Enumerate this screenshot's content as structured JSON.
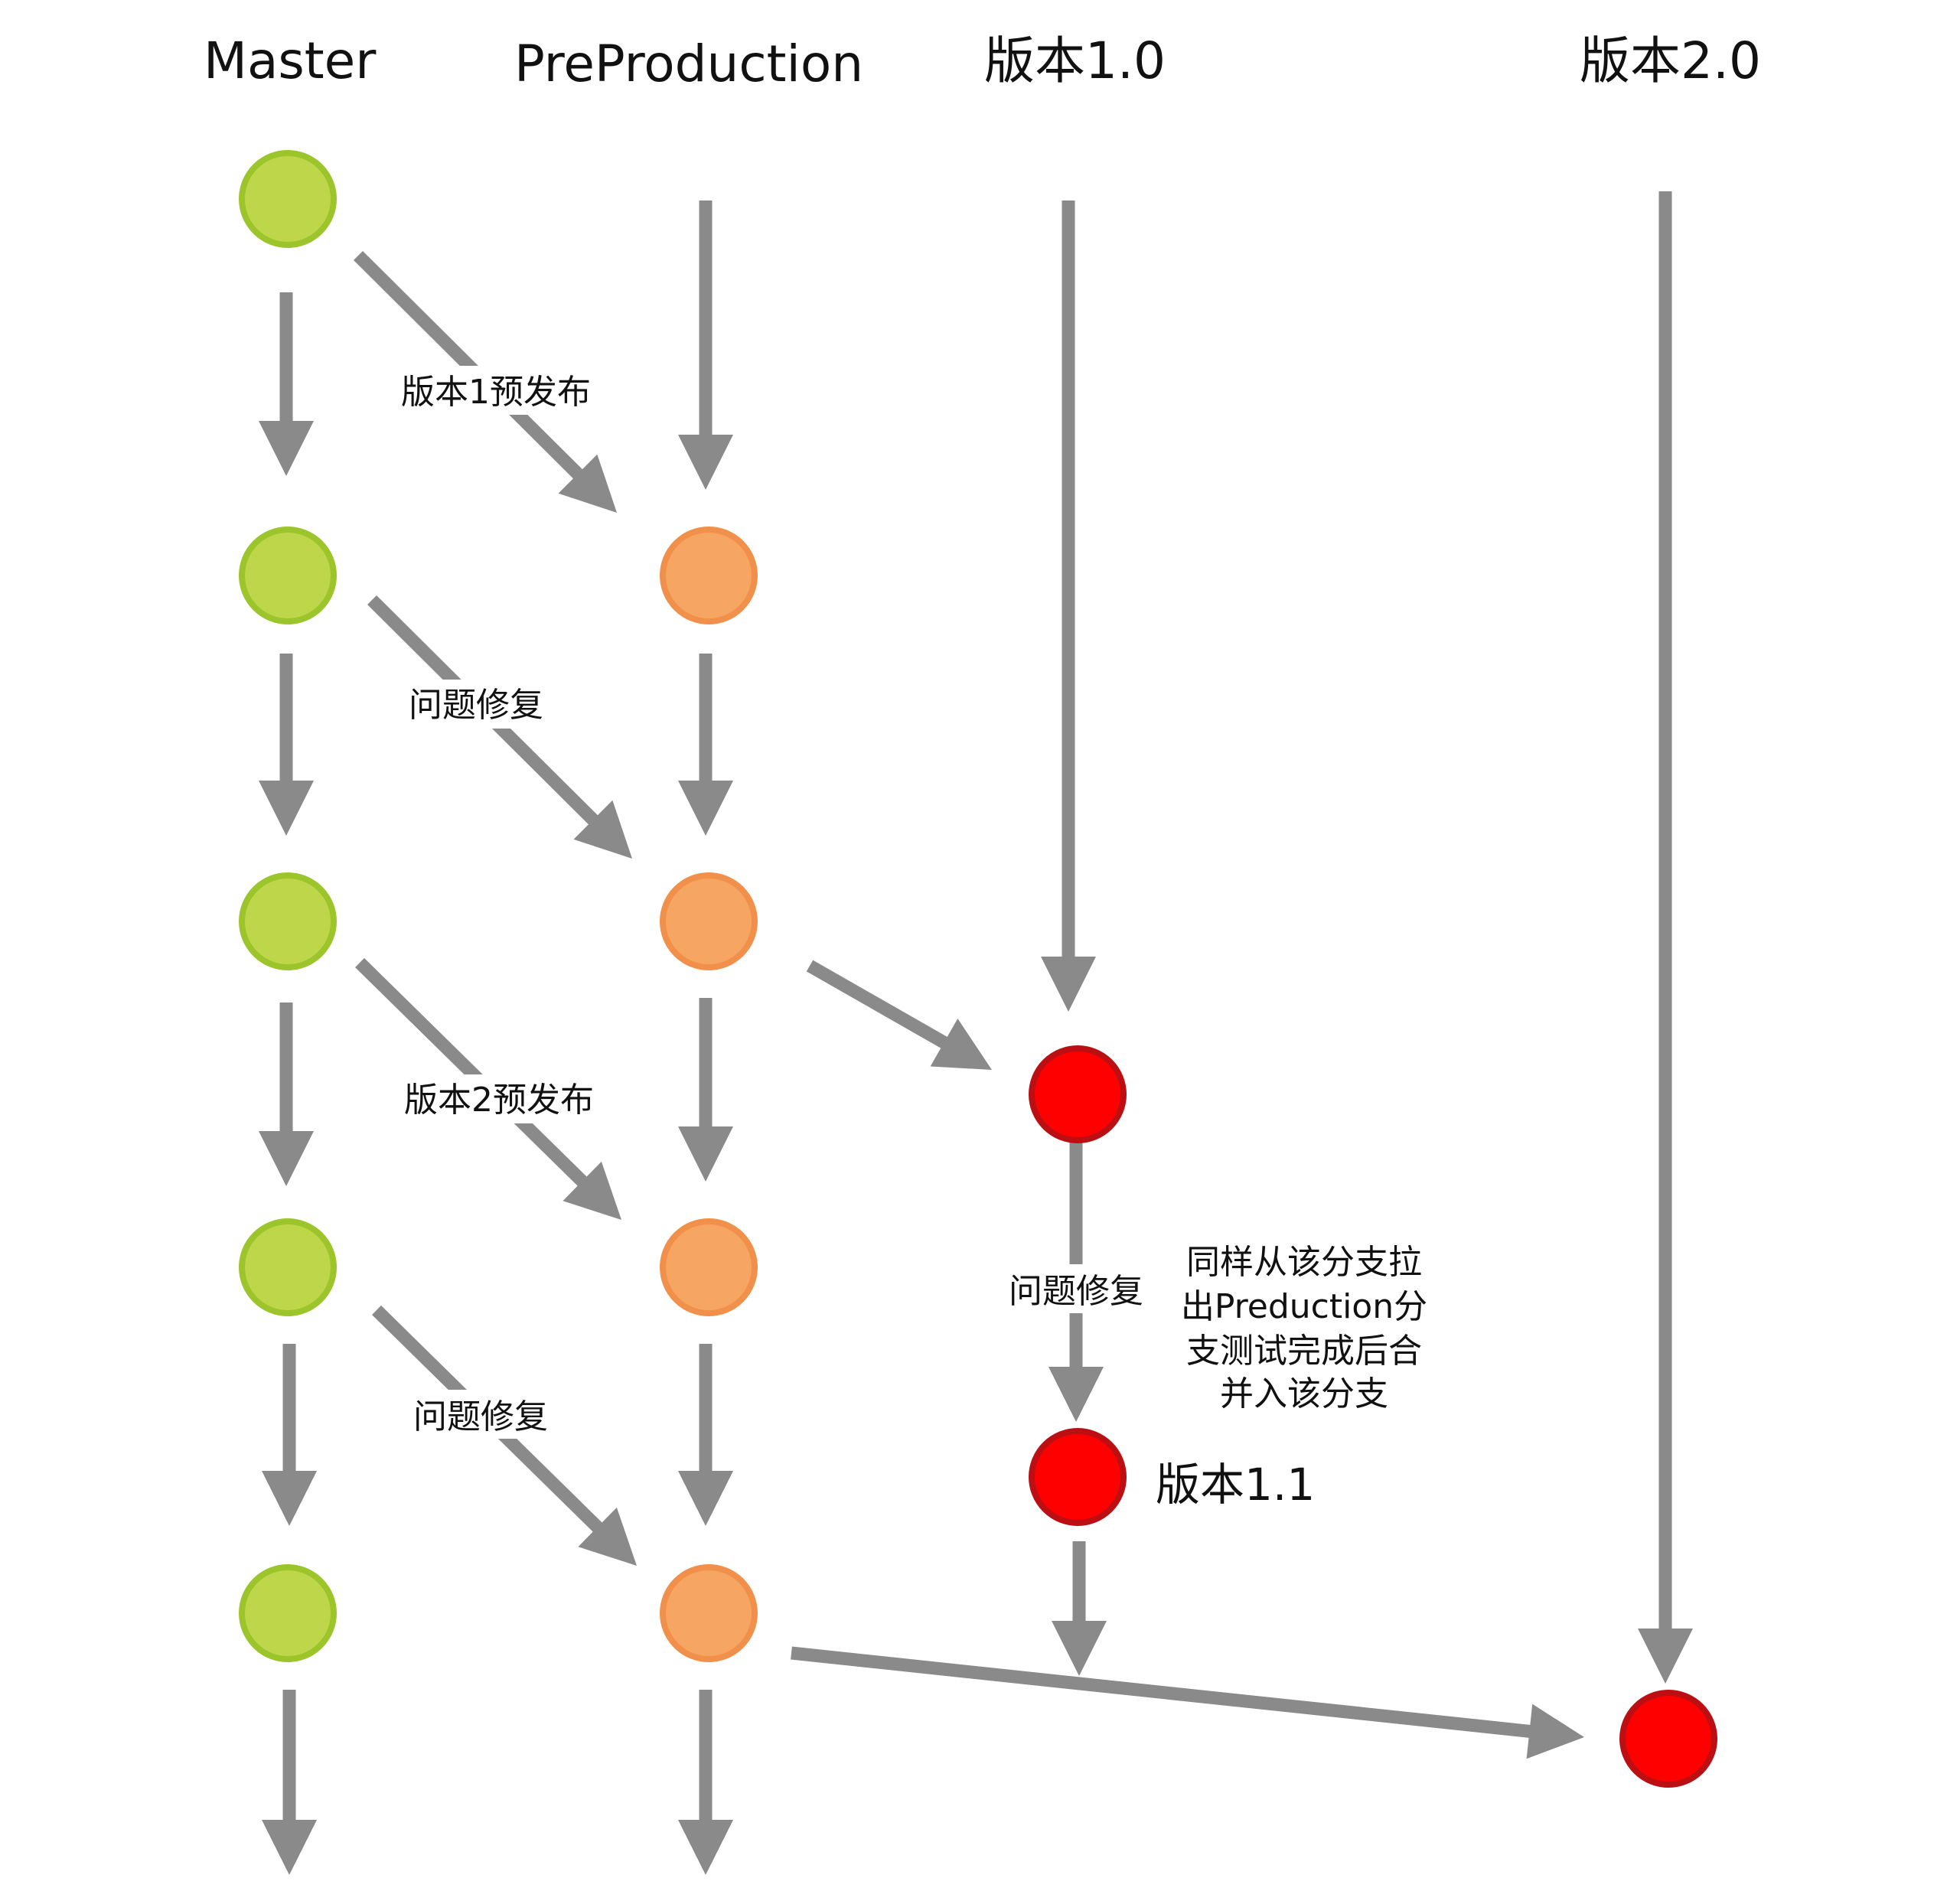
{
  "columns": [
    {
      "id": "master",
      "title": "Master"
    },
    {
      "id": "preproduction",
      "title": "PreProduction"
    },
    {
      "id": "v1",
      "title": "版本1.0"
    },
    {
      "id": "v2",
      "title": "版本2.0"
    }
  ],
  "colors": {
    "master_fill": "#bed64a",
    "master_stroke": "#9bc52a",
    "pre_fill": "#f7a562",
    "pre_stroke": "#f0904a",
    "release_fill": "#ff0000",
    "release_stroke": "#bb0f13",
    "arrow": "#8a8a8a"
  },
  "labels": {
    "release1_prerelease": "版本1预发布",
    "bugfix_1": "问题修复",
    "release2_prerelease": "版本2预发布",
    "bugfix_2": "问题修复",
    "v1_bugfix": "问题修复",
    "v1_1": "版本1.1",
    "note_lines": [
      "同样从该分支拉",
      "出Preduction分",
      "支测试完成后合",
      "并入该分支"
    ]
  }
}
